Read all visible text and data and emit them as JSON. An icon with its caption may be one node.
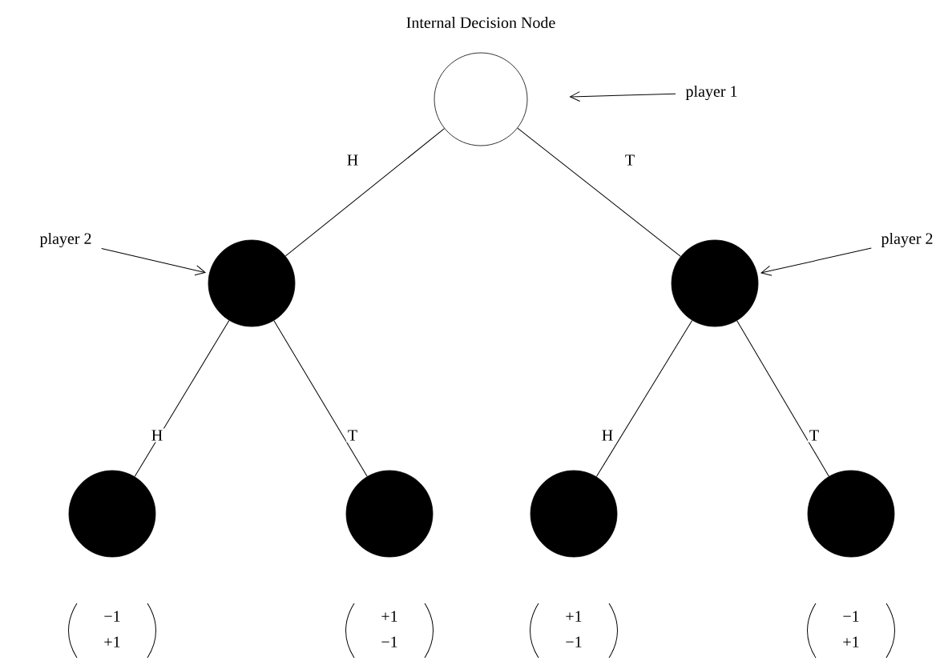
{
  "diagram": {
    "nodes": [
      {
        "text": [
          "Internal Decision Node"
        ]
      },
      {
        "text": [
          "player 1"
        ]
      },
      {
        "text": [
          "player 2"
        ]
      },
      {
        "text": [],
        "shape": "circle"
      },
      {
        "text": [
          "player 2"
        ]
      },
      {
        "text": [],
        "shape": "circle"
      },
      {
        "text": [],
        "shape": "circle",
        "beside": [
          "−1",
          "+1"
        ]
      },
      {
        "text": [],
        "shape": "circle",
        "beside": [
          "+1",
          "−1"
        ]
      },
      {
        "text": [],
        "shape": "circle",
        "beside": [
          "+1",
          "−1"
        ]
      },
      {
        "text": [],
        "shape": "circle",
        "beside": [
          "−1",
          "+1"
        ]
      }
    ],
    "edges": [
      {
        "from": 0,
        "to": 3,
        "arrow": "none",
        "label": "H"
      },
      {
        "from": 0,
        "to": 5,
        "arrow": "none",
        "label": "T"
      },
      {
        "from": 3,
        "to": 6,
        "arrow": "none",
        "label": "H"
      },
      {
        "from": 3,
        "to": 7,
        "arrow": "none",
        "label": "T"
      },
      {
        "from": 5,
        "to": 8,
        "arrow": "none",
        "label": "H"
      },
      {
        "from": 5,
        "to": 9,
        "arrow": "none",
        "label": "T"
      },
      {
        "from": 1,
        "to": 0,
        "arrow": "to"
      },
      {
        "from": 2,
        "to": 3,
        "arrow": "to"
      },
      {
        "from": 4,
        "to": 5,
        "arrow": "to"
      }
    ]
  }
}
